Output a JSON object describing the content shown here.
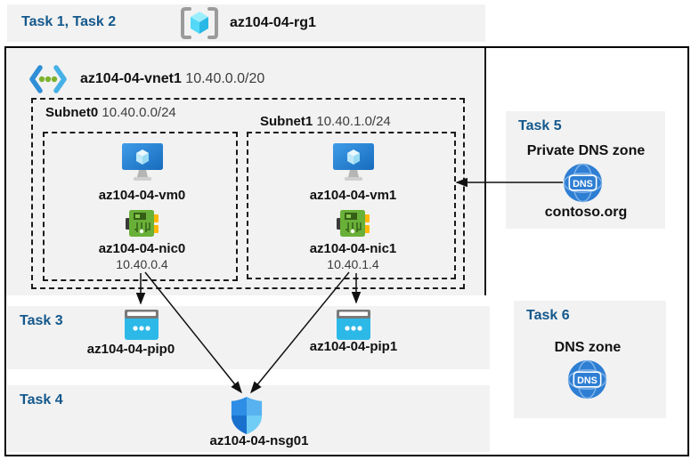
{
  "top_band": {
    "tasks_label": "Task 1, Task 2",
    "rg_name": "az104-04-rg1"
  },
  "vnet": {
    "name": "az104-04-vnet1",
    "cidr": "10.40.0.0/20"
  },
  "subnets": [
    {
      "name": "Subnet0",
      "cidr": "10.40.0.0/24",
      "vm": "az104-04-vm0",
      "nic": "az104-04-nic0",
      "ip": "10.40.0.4"
    },
    {
      "name": "Subnet1",
      "cidr": "10.40.1.0/24",
      "vm": "az104-04-vm1",
      "nic": "az104-04-nic1",
      "ip": "10.40.1.4"
    }
  ],
  "task3": {
    "label": "Task 3",
    "pips": [
      "az104-04-pip0",
      "az104-04-pip1"
    ]
  },
  "task4": {
    "label": "Task 4",
    "nsg": "az104-04-nsg01"
  },
  "task5": {
    "label": "Task 5",
    "title": "Private DNS zone",
    "zone": "contoso.org"
  },
  "task6": {
    "label": "Task 6",
    "title": "DNS zone"
  },
  "icons": {
    "dns_text": "DNS"
  },
  "colors": {
    "task_blue": "#14588c",
    "band_gray": "#f2f2f2",
    "pip_cyan": "#2cb9e8",
    "nic_green": "#69b038",
    "nic_yellow": "#ffb900",
    "vm_blue": "#1f79cd",
    "dns_blue": "#2e7ed3",
    "shield_tl": "#2e8de4",
    "shield_tr": "#58b2ef",
    "shield_bl": "#1a71cd",
    "shield_br": "#6fcdf6"
  }
}
